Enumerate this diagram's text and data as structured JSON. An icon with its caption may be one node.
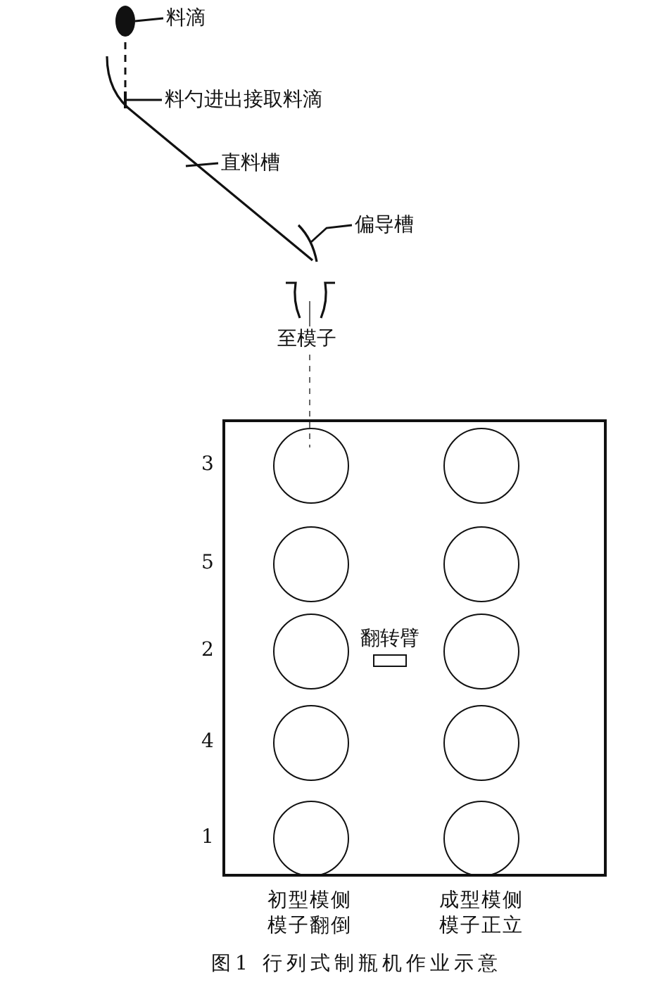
{
  "diagram": {
    "caption": "图1 行列式制瓶机作业示意",
    "nodes": [
      {
        "text": [
          "料滴"
        ]
      },
      {
        "text": [],
        "shape": "ellipse"
      },
      {
        "text": [
          "料勺进出接取料滴"
        ]
      },
      {
        "text": [
          "直料槽"
        ]
      },
      {
        "text": [
          "偏导槽"
        ]
      },
      {
        "text": [],
        "shape": "box"
      },
      {
        "text": [],
        "shape": "circle",
        "in": 5
      },
      {
        "text": [],
        "shape": "circle",
        "in": 5
      },
      {
        "text": [],
        "shape": "circle",
        "in": 5
      },
      {
        "text": [],
        "shape": "circle",
        "in": 5
      },
      {
        "text": [],
        "shape": "circle",
        "in": 5
      },
      {
        "text": [],
        "shape": "circle",
        "in": 5
      },
      {
        "text": [],
        "shape": "circle",
        "in": 5
      },
      {
        "text": [],
        "shape": "circle",
        "in": 5
      },
      {
        "text": [],
        "shape": "circle",
        "in": 5
      },
      {
        "text": [],
        "shape": "circle",
        "in": 5
      },
      {
        "text": [
          "翻转臂"
        ],
        "in": 5
      }
    ],
    "edges": [
      {
        "from": 0,
        "to": 1,
        "arrow": "none"
      },
      {
        "from": 2,
        "to": null,
        "arrow": "other"
      },
      {
        "from": 3,
        "to": null,
        "arrow": "none"
      },
      {
        "from": 4,
        "to": null,
        "arrow": "none"
      }
    ],
    "labels": [
      "至模子",
      "3",
      "5",
      "2",
      "4",
      "1",
      "初型模侧模子翻倒",
      "成型模侧模子正立"
    ]
  }
}
